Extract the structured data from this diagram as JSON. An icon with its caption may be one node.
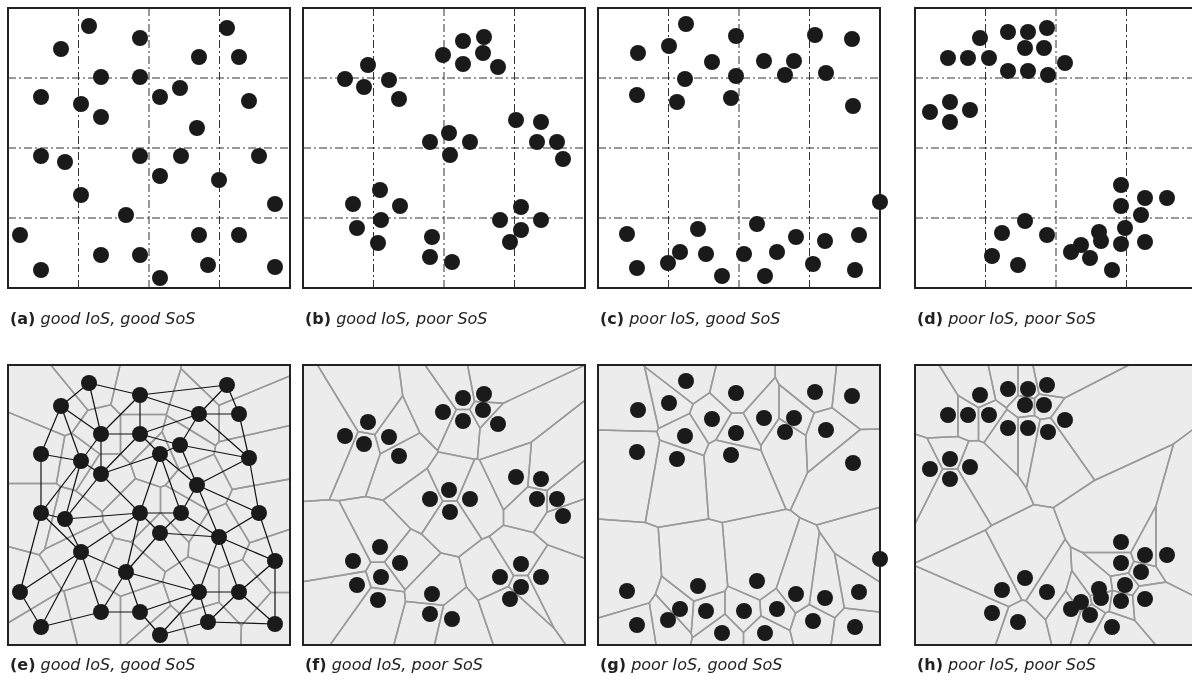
{
  "diagram": {
    "labels": [
      "**(a)** *good IoS, good SoS*",
      "**(b)** *good IoS, poor SoS*",
      "**(c)** *poor IoS, good SoS*",
      "**(d)** *poor IoS, poor SoS*",
      "**(e)** *good IoS, good SoS*",
      "**(f)** *good IoS, poor SoS*",
      "**(g)** *poor IoS, good SoS*",
      "**(h)** *poor IoS, poor SoS*"
    ]
  }
}
